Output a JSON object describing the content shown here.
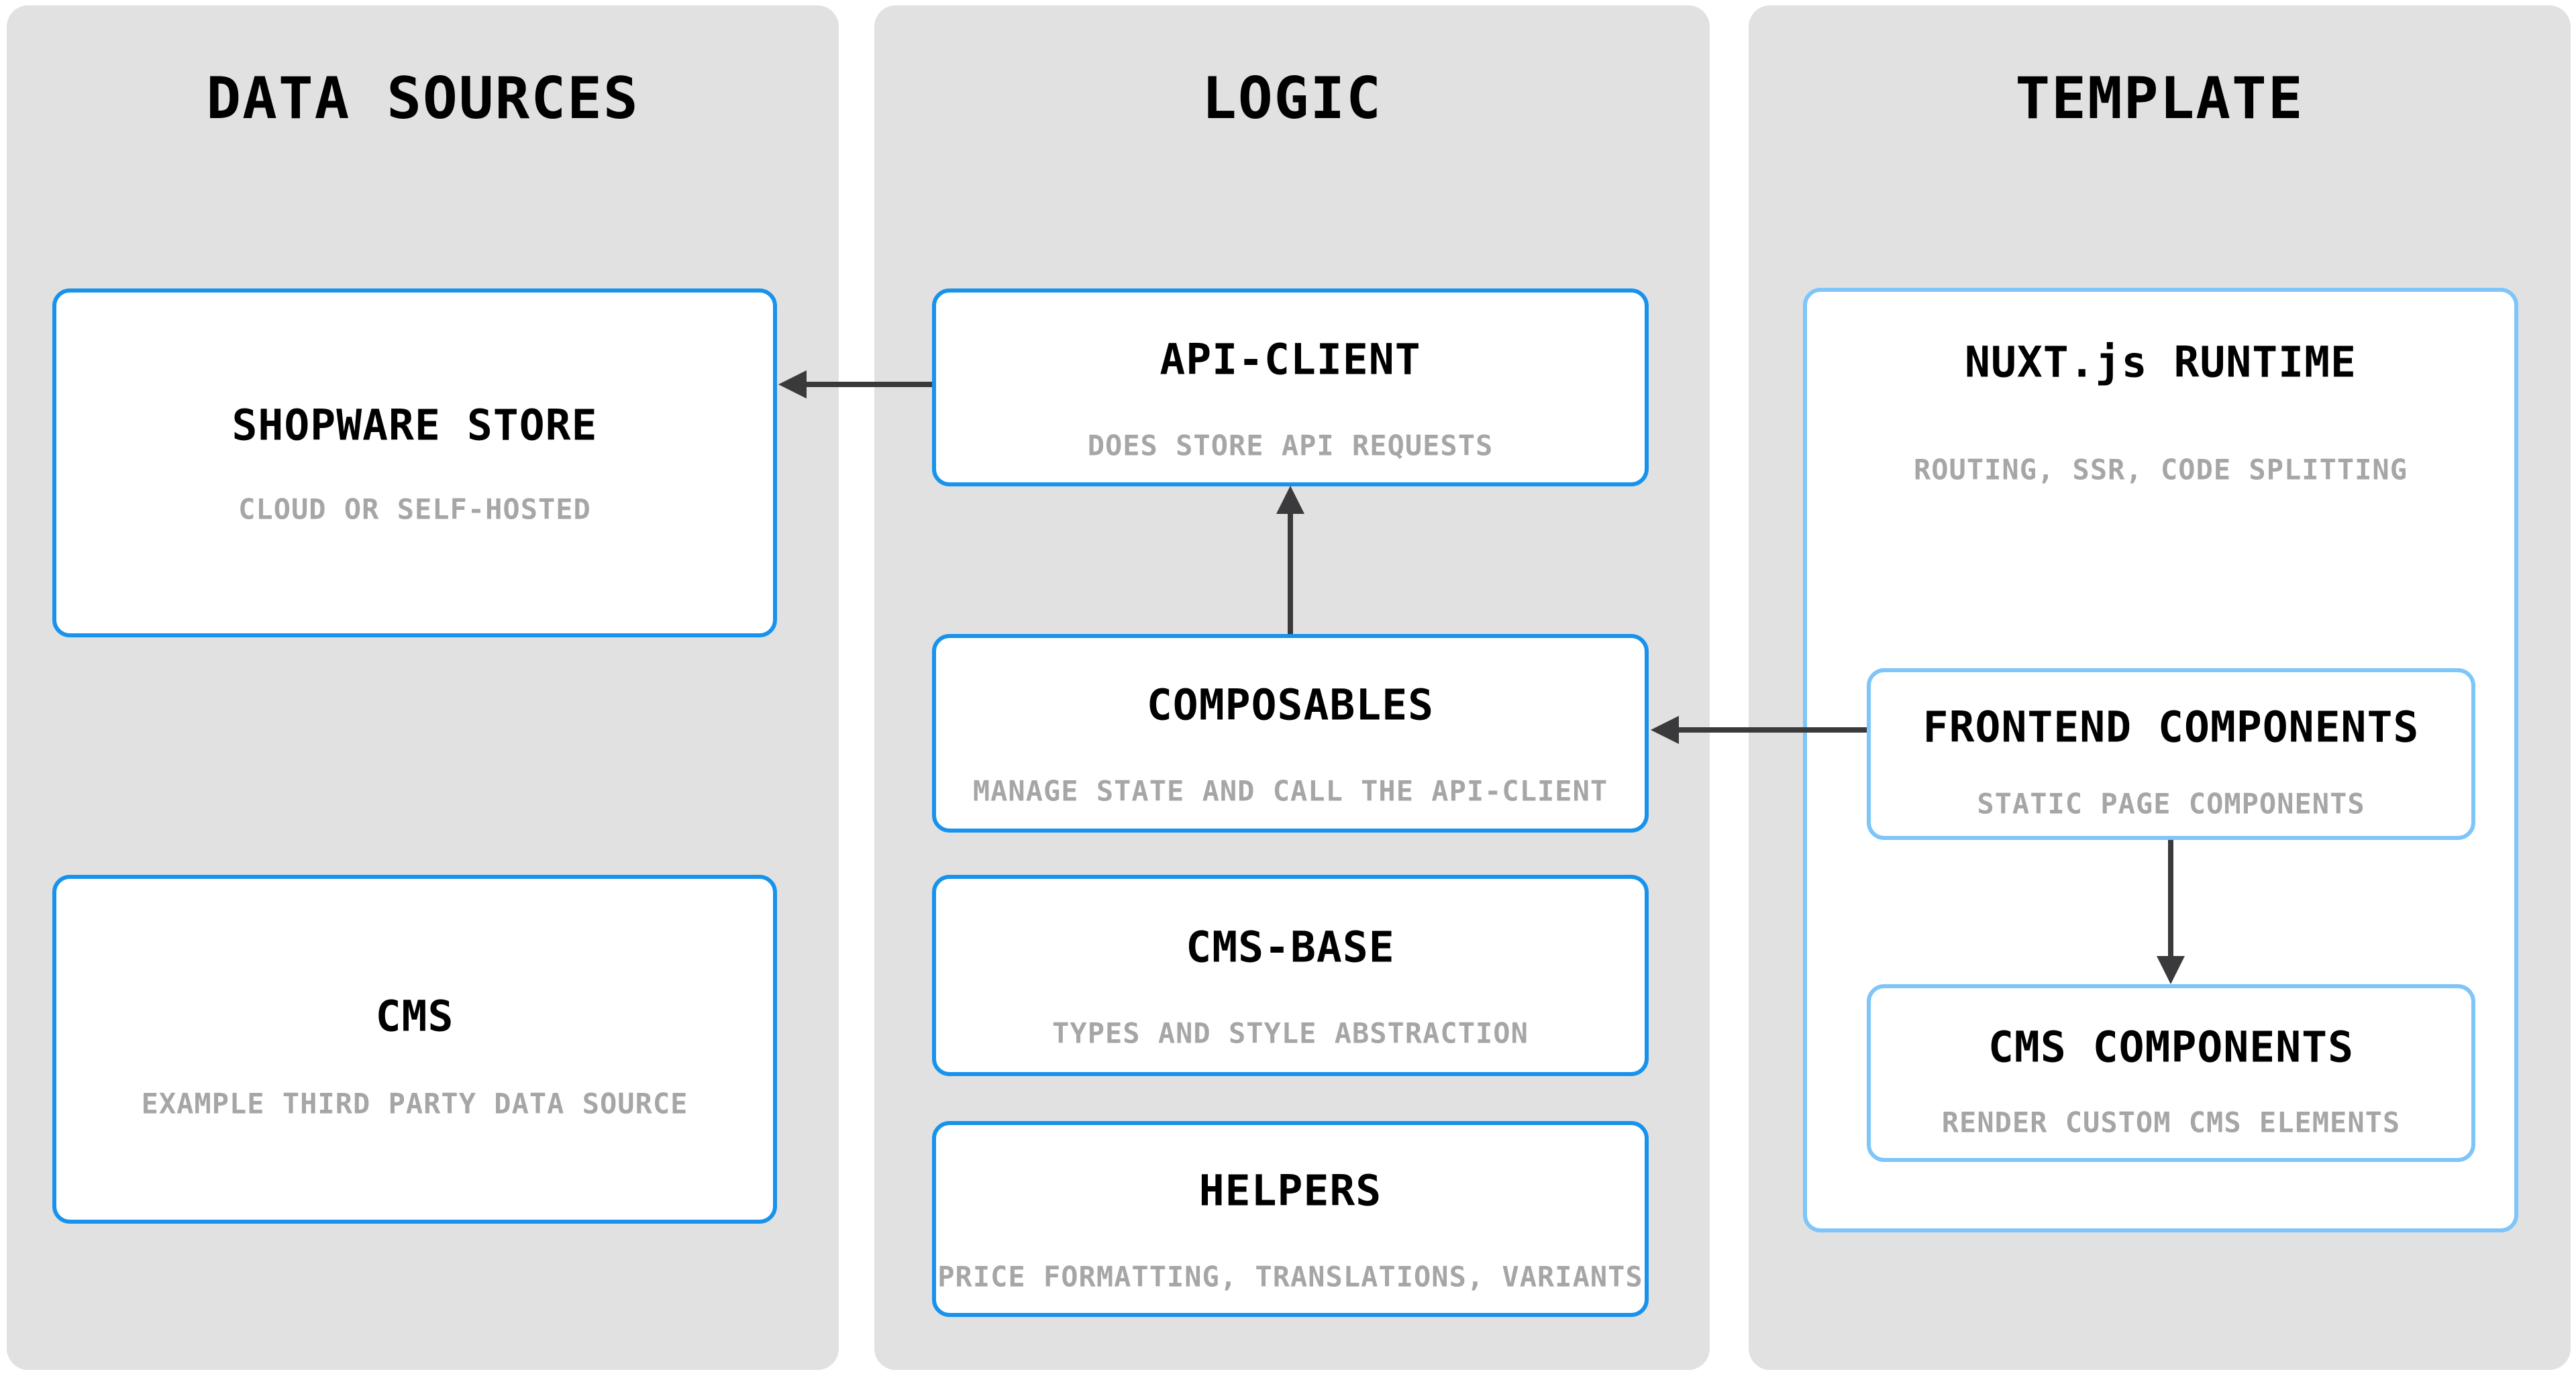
{
  "columns": [
    {
      "title": "DATA SOURCES",
      "boxes": [
        {
          "title": "SHOPWARE STORE",
          "subtitle": "CLOUD OR SELF-HOSTED"
        },
        {
          "title": "CMS",
          "subtitle": "EXAMPLE THIRD PARTY DATA SOURCE"
        }
      ]
    },
    {
      "title": "LOGIC",
      "boxes": [
        {
          "title": "API-CLIENT",
          "subtitle": "DOES STORE API REQUESTS"
        },
        {
          "title": "COMPOSABLES",
          "subtitle": "MANAGE STATE AND CALL THE API-CLIENT"
        },
        {
          "title": "CMS-BASE",
          "subtitle": "TYPES AND STYLE ABSTRACTION"
        },
        {
          "title": "HELPERS",
          "subtitle": "PRICE FORMATTING, TRANSLATIONS, VARIANTS"
        }
      ]
    },
    {
      "title": "TEMPLATE",
      "boxes": [
        {
          "title": "NUXT.js RUNTIME",
          "subtitle": "ROUTING, SSR, CODE SPLITTING"
        },
        {
          "title": "FRONTEND COMPONENTS",
          "subtitle": "STATIC PAGE COMPONENTS"
        },
        {
          "title": "CMS COMPONENTS",
          "subtitle": "RENDER CUSTOM CMS ELEMENTS"
        }
      ]
    }
  ],
  "connections": [
    {
      "from": "API-CLIENT",
      "to": "SHOPWARE STORE",
      "direction": "left"
    },
    {
      "from": "COMPOSABLES",
      "to": "API-CLIENT",
      "direction": "up"
    },
    {
      "from": "FRONTEND COMPONENTS",
      "to": "COMPOSABLES",
      "direction": "left"
    },
    {
      "from": "FRONTEND COMPONENTS",
      "to": "CMS COMPONENTS",
      "direction": "down"
    }
  ],
  "colors": {
    "panel_background": "#E1E1E1",
    "box_background": "#FFFFFF",
    "primary_border_blue": "#1792ED",
    "light_border_blue": "#7EC5F9",
    "arrow": "#3A3A3C",
    "title_text": "#000000",
    "subtitle_text": "#A6A6A6"
  }
}
